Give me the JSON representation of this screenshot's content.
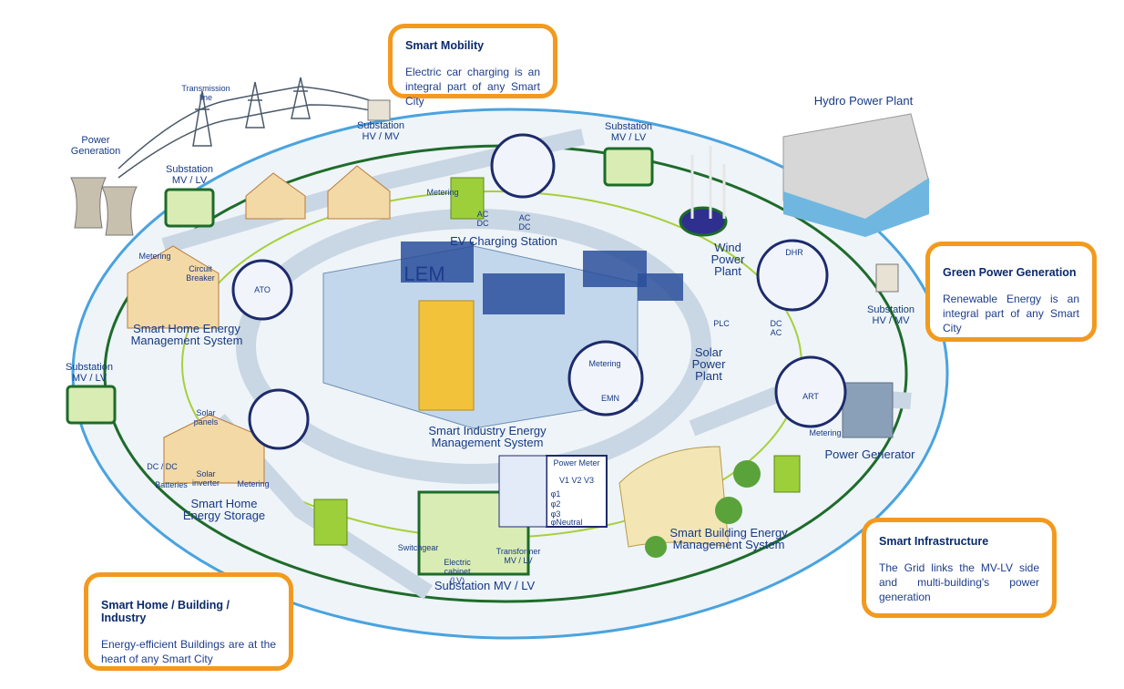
{
  "callouts": {
    "smart_mobility": {
      "title": "Smart Mobility",
      "body": "Electric car charging is an integral part of any Smart City"
    },
    "green_power": {
      "title": "Green Power Generation",
      "body": "Renewable Energy is an integral part of any Smart City"
    },
    "smart_infrastructure": {
      "title": "Smart Infrastructure",
      "body": "The Grid links the MV-LV side and multi-building's power generation"
    },
    "smart_home_building": {
      "title": "Smart Home / Building / Industry",
      "body": "Energy-efficient Buildings are at the heart of any Smart City"
    }
  },
  "labels": {
    "transmission_line": "Transmission line",
    "power_generation": "Power Generation",
    "substation_hv_mv_top": "Substation HV / MV",
    "substation_mv_lv_topleft": "Substation MV / LV",
    "substation_mv_lv_topright": "Substation MV / LV",
    "substation_mv_lv_left": "Substation MV / LV",
    "substation_hv_mv_right": "Substation HV / MV",
    "hydro_power_plant": "Hydro Power Plant",
    "metering_ev": "Metering",
    "ev_charging_station": "EV Charging Station",
    "ac_dc": "AC DC",
    "dc_ac_ev": "AC DC",
    "wind_power_plant": "Wind Power Plant",
    "dhr": "DHR",
    "solar_power_plant": "Solar Power Plant",
    "plc": "PLC",
    "dc_ac": "DC AC",
    "lem": "LEM",
    "metering_home": "Metering",
    "circuit_breaker": "Circuit Breaker",
    "ato": "ATO",
    "smart_home_ems": "Smart Home Energy Management System",
    "metering_industry": "Metering",
    "emn": "EMN",
    "smart_industry_ems": "Smart Industry Energy Management System",
    "art": "ART",
    "metering_generator": "Metering",
    "power_generator": "Power Generator",
    "solar_panels": "Solar panels",
    "dc_dc": "DC / DC",
    "solar_inverter": "Solar inverter",
    "batteries": "Batteries",
    "metering_storage": "Metering",
    "smart_home_storage": "Smart Home Energy Storage",
    "power_meter": "Power Meter",
    "v_labels": "V1 V2 V3",
    "phi1": "φ1",
    "phi2": "φ2",
    "phi3": "φ3",
    "neutral": "φNeutral",
    "switchgear": "Switchgear",
    "electric_cabinet": "Electric cabinet (LV)",
    "transformer": "Transformer MV / LV",
    "substation_mv_lv_bottom": "Substation MV / LV",
    "smart_building_ems": "Smart Building Energy Management System"
  },
  "colors": {
    "callout_border": "#f29a1f",
    "grid_line": "#1e6b2a",
    "outer_ring": "#4aa3df",
    "road": "#c9d6e3"
  }
}
